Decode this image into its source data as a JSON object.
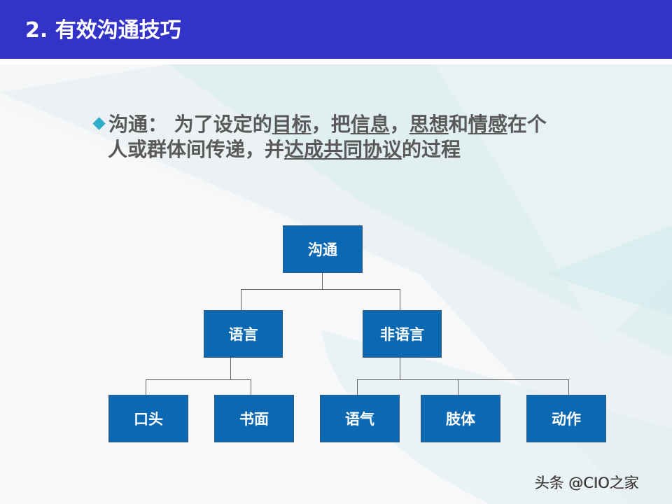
{
  "header": {
    "title": "2. 有效沟通技巧",
    "bg_color": "#3333c8"
  },
  "definition": {
    "bullet_icon": "diamond-bullet",
    "bullet_color": "#2eaec9",
    "line1": [
      {
        "text": "沟通：  为了设定的",
        "underline": false
      },
      {
        "text": "目标",
        "underline": true
      },
      {
        "text": "，把",
        "underline": false
      },
      {
        "text": "信息",
        "underline": true
      },
      {
        "text": "，",
        "underline": false
      },
      {
        "text": "思想",
        "underline": true
      },
      {
        "text": "和",
        "underline": false
      },
      {
        "text": "情感",
        "underline": true
      },
      {
        "text": "在个",
        "underline": false
      }
    ],
    "line2": [
      {
        "text": "人或群体间传递，并",
        "underline": false
      },
      {
        "text": "达成共同协议",
        "underline": true
      },
      {
        "text": "的过程",
        "underline": false
      }
    ]
  },
  "diagram": {
    "node_color": "#0b69b4",
    "root": {
      "label": "沟通"
    },
    "level1": [
      {
        "label": "语言",
        "children": [
          {
            "label": "口头"
          },
          {
            "label": "书面"
          }
        ]
      },
      {
        "label": "非语言",
        "children": [
          {
            "label": "语气"
          },
          {
            "label": "肢体"
          },
          {
            "label": "动作"
          }
        ]
      }
    ]
  },
  "watermark": {
    "text": "头条 @CIO之家"
  }
}
